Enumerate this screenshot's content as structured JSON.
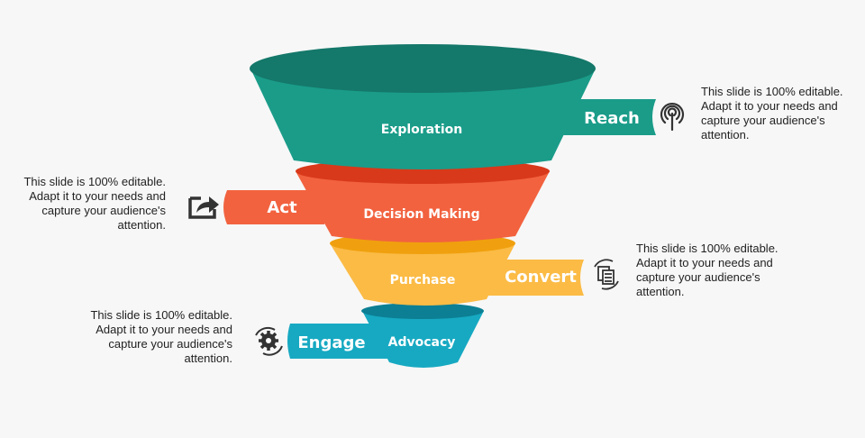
{
  "stages": [
    {
      "name": "Exploration",
      "tag": "Reach",
      "color": "#1a9c89",
      "rim": "#14786a",
      "icon": "antenna-signal-icon",
      "description": "This slide is 100% editable. Adapt it to your needs and capture your audience's attention."
    },
    {
      "name": "Decision Making",
      "tag": "Act",
      "color": "#f2623f",
      "rim": "#d8391a",
      "icon": "share-arrow-icon",
      "description": "This slide is 100% editable. Adapt it to your needs and capture your audience's attention."
    },
    {
      "name": "Purchase",
      "tag": "Convert",
      "color": "#fbbb45",
      "rim": "#f0a00e",
      "icon": "document-sync-icon",
      "description": "This slide is 100% editable. Adapt it to your needs and capture your audience's attention."
    },
    {
      "name": "Advocacy",
      "tag": "Engage",
      "color": "#17a9c2",
      "rim": "#0c7f94",
      "icon": "gear-sync-icon",
      "description": "This slide is 100% editable. Adapt it to your needs and capture your audience's attention."
    }
  ]
}
